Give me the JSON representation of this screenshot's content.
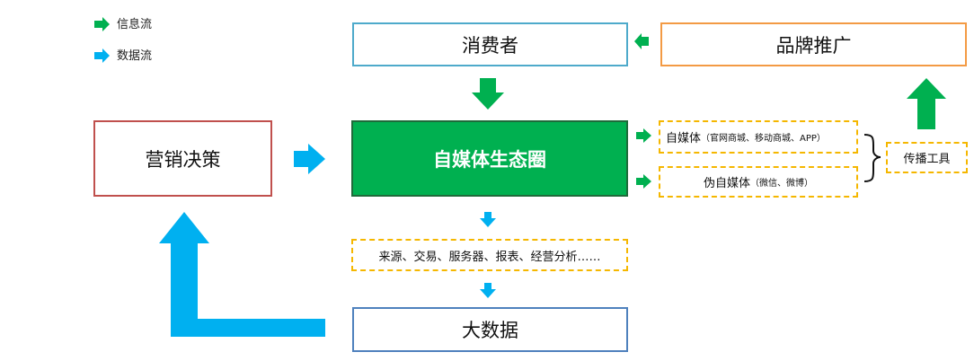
{
  "legend": {
    "info_flow_label": "信息流",
    "data_flow_label": "数据流",
    "info_flow_color": "#00b050",
    "data_flow_color": "#00b0f0"
  },
  "nodes": {
    "consumer": "消费者",
    "brand_promotion": "品牌推广",
    "marketing_decision": "营销决策",
    "ecosystem": "自媒体生态圈",
    "sources": "来源、交易、服务器、报表、经营分析……",
    "big_data": "大数据",
    "self_media_main": "自媒体",
    "self_media_sub": "（官网商城、移动商城、APP）",
    "pseudo_media_main": "伪自媒体",
    "pseudo_media_sub": "（微信、微博）",
    "tools": "传播工具"
  },
  "colors": {
    "green_fill": "#00b050",
    "blue_arrow": "#00b0f0",
    "consumer_border": "#4eaacb",
    "brand_border": "#f39a44",
    "marketing_border": "#c0504d",
    "dashed_border": "#f5b700",
    "bigdata_border": "#4f81bd"
  }
}
